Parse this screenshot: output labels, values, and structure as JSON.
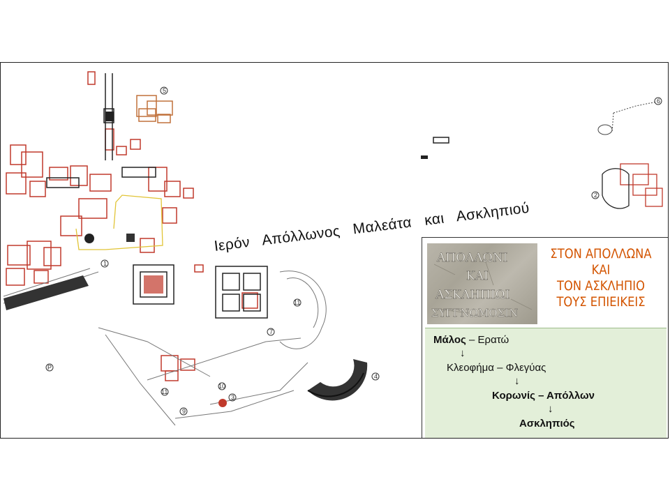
{
  "plan": {
    "title": "Ιερόν   Απόλλωνος   Μαλεάτα   και   Ασκληπιού",
    "numbers": [
      "1",
      "2",
      "3",
      "4",
      "5",
      "6",
      "7",
      "10",
      "11",
      "11",
      "9",
      "P"
    ]
  },
  "inscription": {
    "stone_lines": [
      "ΑΠΟΛΛΩΝΙ",
      "ΚΑΙ",
      "ΑΣΚΛΗΠΙΩΙ",
      "ΣΥΓΓΝΩΜΟΣΙΝ"
    ],
    "dedication": [
      "ΣΤΟΝ ΑΠΟΛΛΩΝΑ",
      "ΚΑΙ",
      "ΤΟΝ ΑΣΚΛΗΠΙΟ",
      "ΤΟΥΣ ΕΠΙΕΙΚΕΙΣ"
    ]
  },
  "genealogy": {
    "line1_a": "Μάλος",
    "line1_sep": " – ",
    "line1_b": "Ερατώ",
    "line2": "Κλεοφήμα – Φλεγύας",
    "line3": "Κορωνίς – Απόλλων",
    "line4": "Ασκληπιός",
    "arrow": "↓"
  },
  "colors": {
    "plan_red": "#c0392b",
    "plan_orange": "#c0703a",
    "dedication_orange": "#d35400",
    "genealogy_bg": "#e3efd9"
  }
}
